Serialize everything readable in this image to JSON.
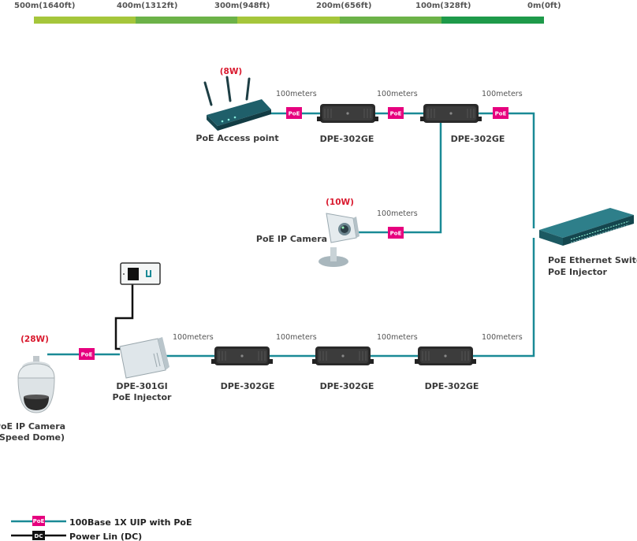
{
  "scale": {
    "labels": [
      "500m(1640ft)",
      "400m(1312ft)",
      "300m(948ft)",
      "200m(656ft)",
      "100m(328ft)",
      "0m(0ft)"
    ],
    "colors": [
      "#a5c63b",
      "#6cb248",
      "#a5c63b",
      "#6cb248",
      "#1e9a4a"
    ]
  },
  "colors": {
    "cable": "#1a8a96",
    "poe": "#e6007e",
    "dc": "#111111"
  },
  "tag": {
    "poe": "PoE",
    "dc": "DC"
  },
  "distance_label": "100meters",
  "devices": {
    "access_point": {
      "name": "PoE Access point",
      "watt": "(8W)"
    },
    "ext_top_1": {
      "name": "DPE-302GE"
    },
    "ext_top_2": {
      "name": "DPE-302GE"
    },
    "ip_camera": {
      "name": "PoE IP Camera",
      "watt": "(10W)"
    },
    "switch": {
      "name_line1": "PoE Ethernet Switch/",
      "name_line2": "PoE Injector"
    },
    "speed_dome": {
      "name_line1": "PoE IP Camera",
      "name_line2": "(Speed Dome)",
      "watt": "(28W)"
    },
    "injector": {
      "name_line1": "DPE-301GI",
      "name_line2": "PoE Injector"
    },
    "ext_bot_1": {
      "name": "DPE-302GE"
    },
    "ext_bot_2": {
      "name": "DPE-302GE"
    },
    "ext_bot_3": {
      "name": "DPE-302GE"
    }
  },
  "legend": {
    "poe_text": "100Base 1X UIP with PoE",
    "dc_text": "Power Lin (DC)"
  }
}
